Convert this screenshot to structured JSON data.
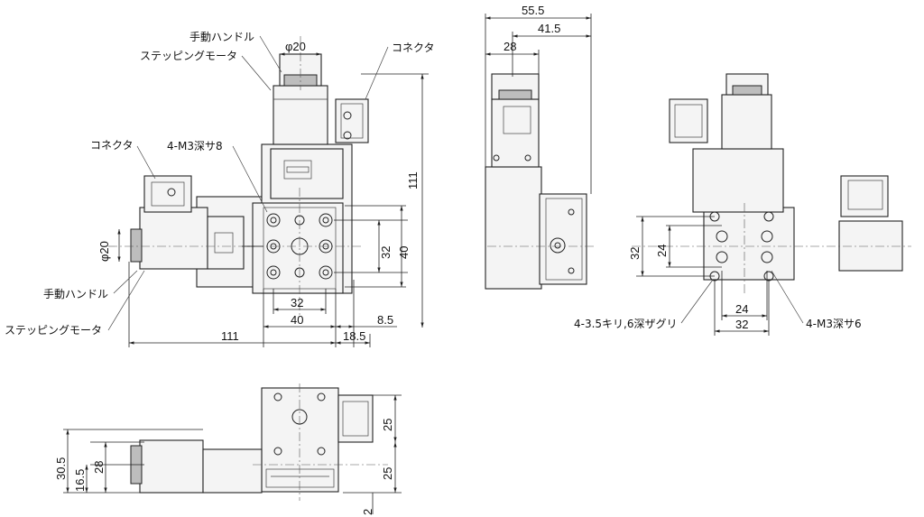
{
  "labels": {
    "handwheel": "手動ハンドル",
    "stepping_motor": "ステッピングモータ",
    "connector": "コネクタ",
    "tap_hole_8": "4-M3深サ8",
    "tap_hole_6": "4-M3深サ6",
    "counterbore": "4-3.5キリ,6深ザグリ"
  },
  "dimensions": {
    "phi20": "φ20",
    "d111": "111",
    "d40": "40",
    "d32": "32",
    "d8_5": "8.5",
    "d18_5": "18.5",
    "d55_5": "55.5",
    "d41_5": "41.5",
    "d28": "28",
    "d24": "24",
    "d25": "25",
    "d30_5": "30.5",
    "d16_5": "16.5",
    "d2": "2"
  }
}
